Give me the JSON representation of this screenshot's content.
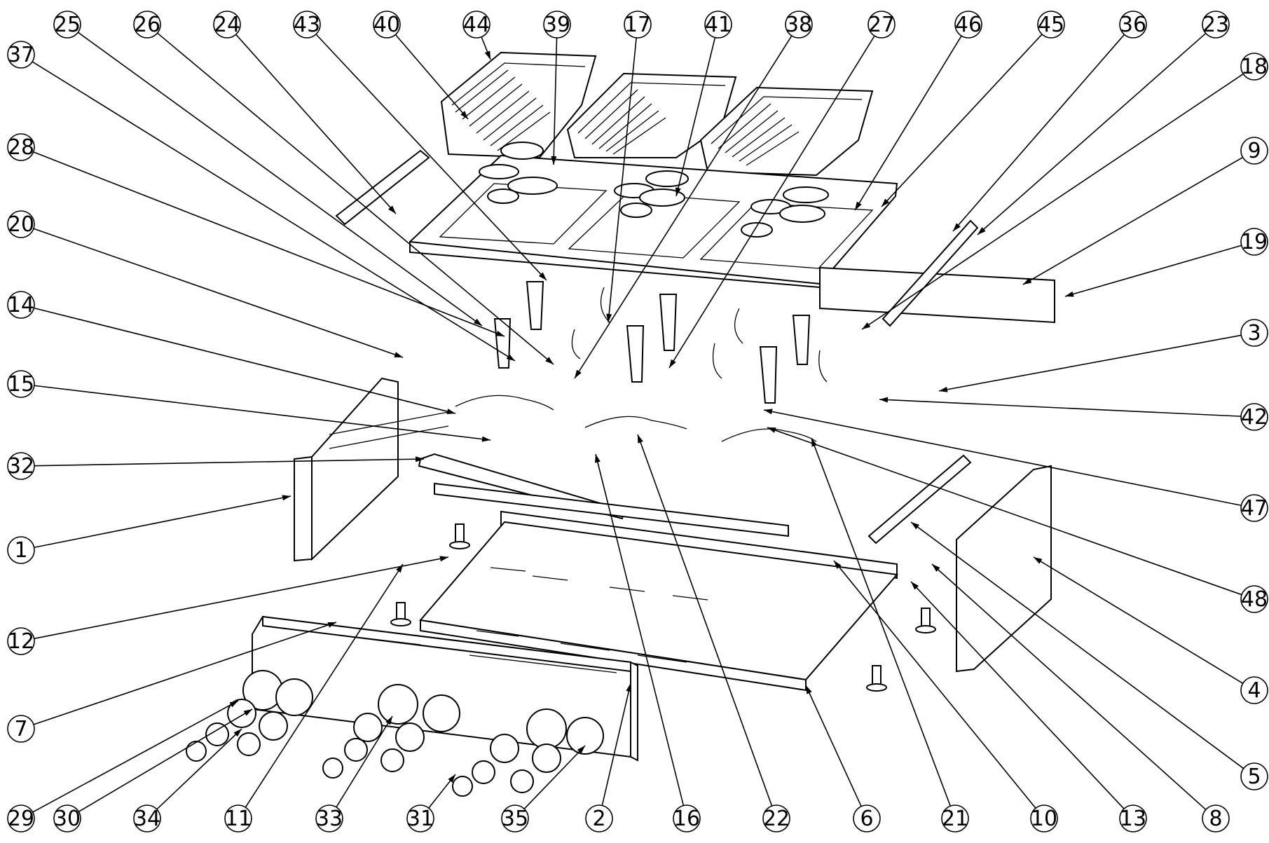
{
  "diagram": {
    "labels": {
      "top": [
        "25",
        "26",
        "24",
        "43",
        "40",
        "44",
        "39",
        "17",
        "41",
        "38",
        "27",
        "46",
        "45",
        "36",
        "23"
      ],
      "left": [
        "37",
        "28",
        "20",
        "14",
        "15",
        "32",
        "1",
        "12",
        "7"
      ],
      "right": [
        "18",
        "9",
        "19",
        "3",
        "42",
        "47",
        "48",
        "4",
        "5"
      ],
      "bottom": [
        "29",
        "30",
        "34",
        "11",
        "33",
        "31",
        "35",
        "2",
        "16",
        "22",
        "6",
        "21",
        "10",
        "13",
        "8"
      ]
    }
  }
}
